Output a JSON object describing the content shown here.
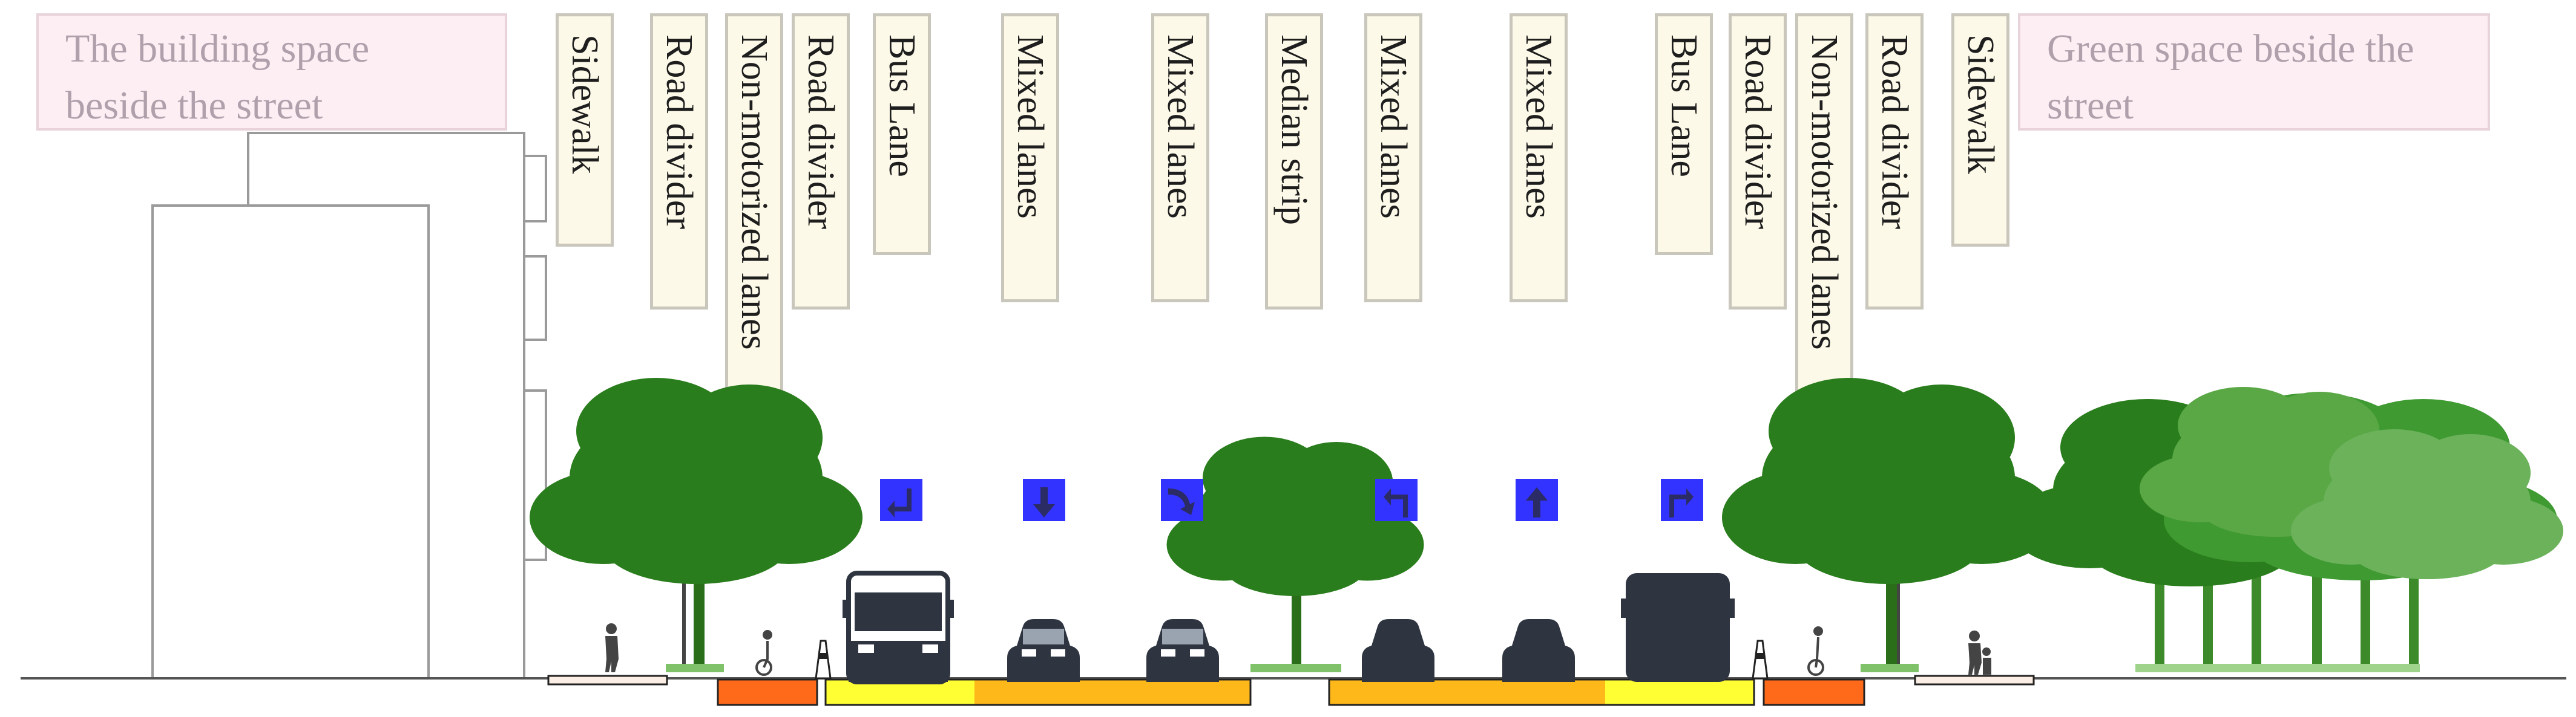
{
  "zone_labels": {
    "left": "The building space beside the street",
    "right": "Green space beside the street"
  },
  "lane_labels": [
    "Sidewalk",
    "Road divider",
    "Non-motorized lanes",
    "Road divider",
    "Bus Lane",
    "Mixed lanes",
    "Mixed lanes",
    "Median strip",
    "Mixed lanes",
    "Mixed lanes",
    "Bus Lane",
    "Road divider",
    "Non-motorized lanes",
    "Road divider",
    "Sidewalk"
  ],
  "lane_arrows": [
    "right-turn-down-arrow",
    "straight-down-arrow",
    "u-turn-arrow",
    "left-turn-up-arrow",
    "straight-up-arrow",
    "right-turn-up-arrow"
  ],
  "colors": {
    "bike_lane": "#ff6a1a",
    "bus_lane": "#ffff33",
    "mixed_lane": "#ffb81a",
    "sidewalk": "#fbeee4",
    "arrow_sign": "#3333ff",
    "tree_dark": "#2a7d1c",
    "tree_light": "#5aa845",
    "vehicle": "#2e3440"
  }
}
